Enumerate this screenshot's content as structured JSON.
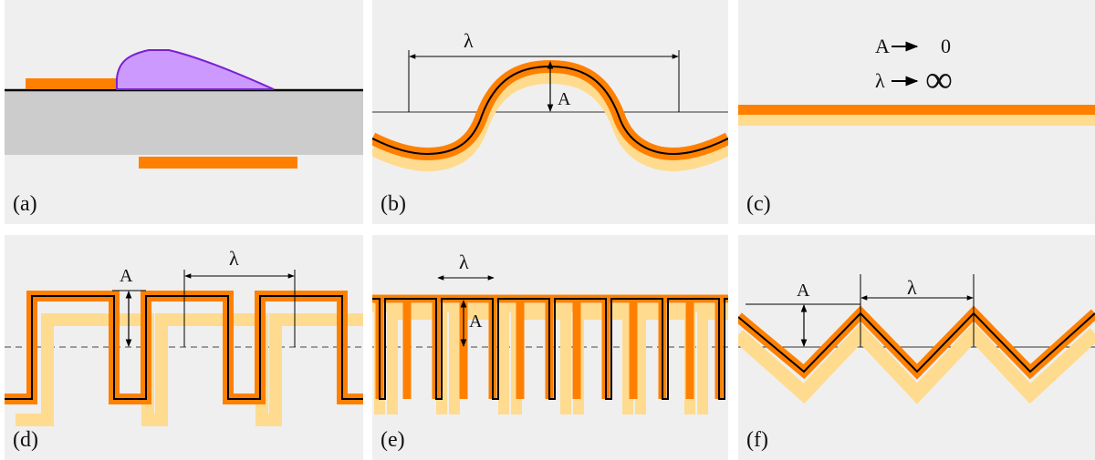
{
  "colors": {
    "panel_bg": "#efefef",
    "substrate": "#cccccc",
    "metal": "#ff8000",
    "metal_light": "#ffdb8f",
    "solder": "#cc99ff",
    "solder_edge": "#7a1fd4",
    "line": "#000000"
  },
  "panels": {
    "a": {
      "label": "(a)"
    },
    "b": {
      "label": "(b)",
      "amp": "A",
      "wavelength": "λ"
    },
    "c": {
      "label": "(c)",
      "amp_limit": "A",
      "amp_value": "0",
      "wl_limit": "λ",
      "wl_value": "∞"
    },
    "d": {
      "label": "(d)",
      "amp": "A",
      "wavelength": "λ"
    },
    "e": {
      "label": "(e)",
      "amp": "A",
      "wavelength": "λ"
    },
    "f": {
      "label": "(f)",
      "amp": "A",
      "wavelength": "λ"
    }
  }
}
